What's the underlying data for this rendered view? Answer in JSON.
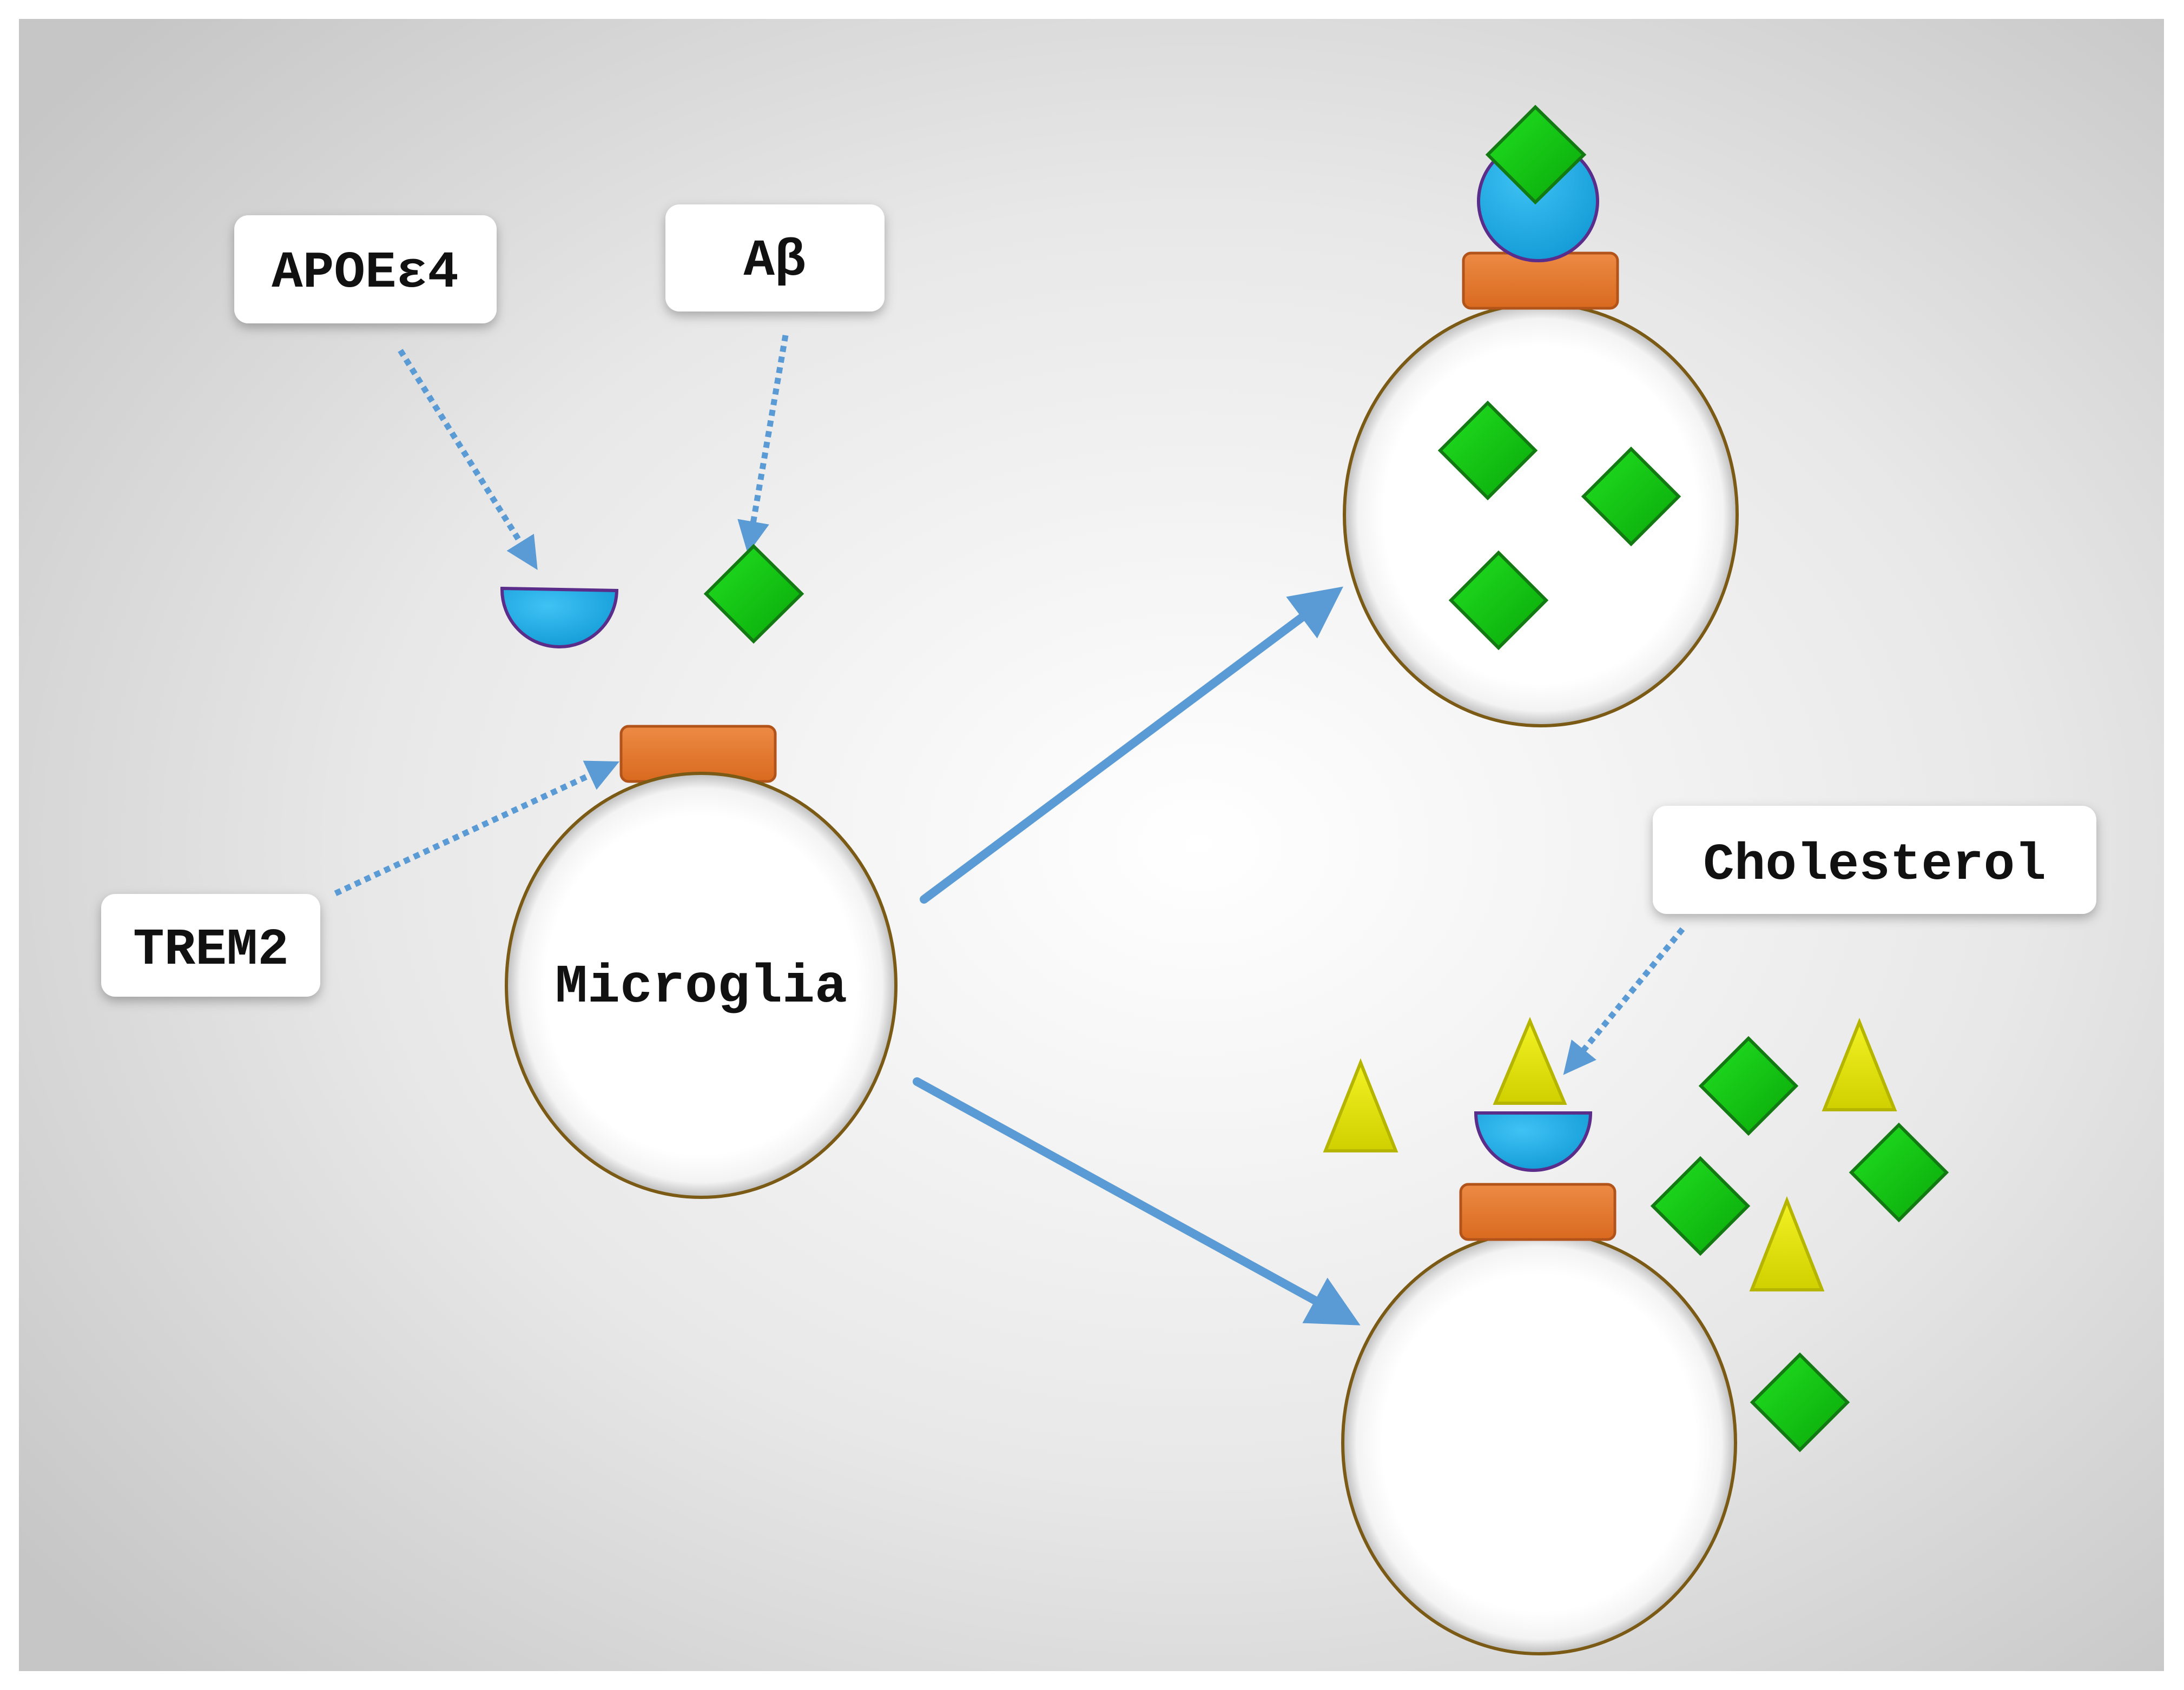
{
  "labels": {
    "apoe": "APOEε4",
    "abeta": "Aβ",
    "trem2": "TREM2",
    "cholesterol": "Cholesterol",
    "microglia": "Microglia"
  },
  "colors": {
    "background_center": "#ffffff",
    "background_edge": "#c9c9c9",
    "cell_fill": "#ffffff",
    "cell_stroke": "#7a5a14",
    "receptor": "#e2782f",
    "apoe": "#12a8e6",
    "apoe_stroke": "#5a2d8a",
    "abeta": "#0bc40b",
    "abeta_stroke": "#137a13",
    "cholesterol": "#e6e600",
    "cholesterol_stroke": "#9a9a00",
    "arrow": "#5b9bd5"
  },
  "icons": {
    "apoe": "half-circle",
    "abeta": "diamond",
    "cholesterol": "triangle",
    "trem2": "rounded-rectangle"
  }
}
